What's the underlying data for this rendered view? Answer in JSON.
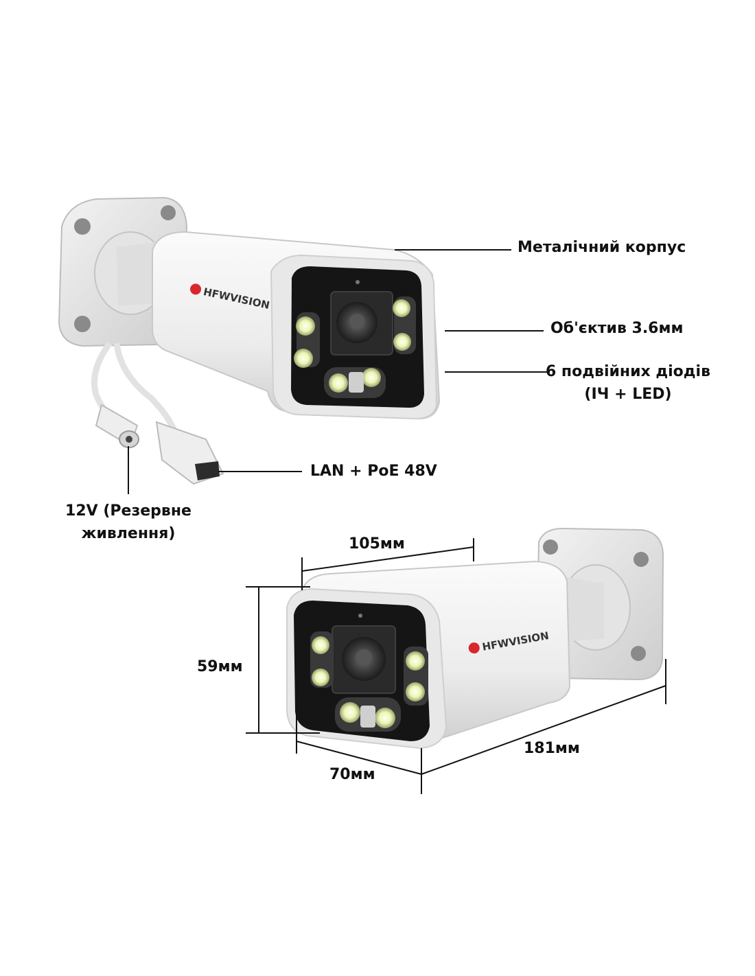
{
  "brand": {
    "name": "HFWVISION",
    "accent": "#d8282c"
  },
  "callouts": {
    "housing": "Металічний корпус",
    "lens": "Об'єктив 3.6мм",
    "diodes_line1": "6 подвійних діодів",
    "diodes_line2": "(ІЧ + LED)",
    "lan": "LAN + PoE 48V",
    "power_line1": "12V (Резервне",
    "power_line2": "живлення)"
  },
  "dimensions": {
    "top_width": "105мм",
    "height": "59мм",
    "front_width": "70мм",
    "length": "181мм"
  },
  "colors": {
    "body": "#f2f2f2",
    "shade": "#d6d6d6",
    "front": "#151515",
    "led": "#f4f7d2",
    "led_glow": "#e9f39a",
    "text": "#111111"
  }
}
